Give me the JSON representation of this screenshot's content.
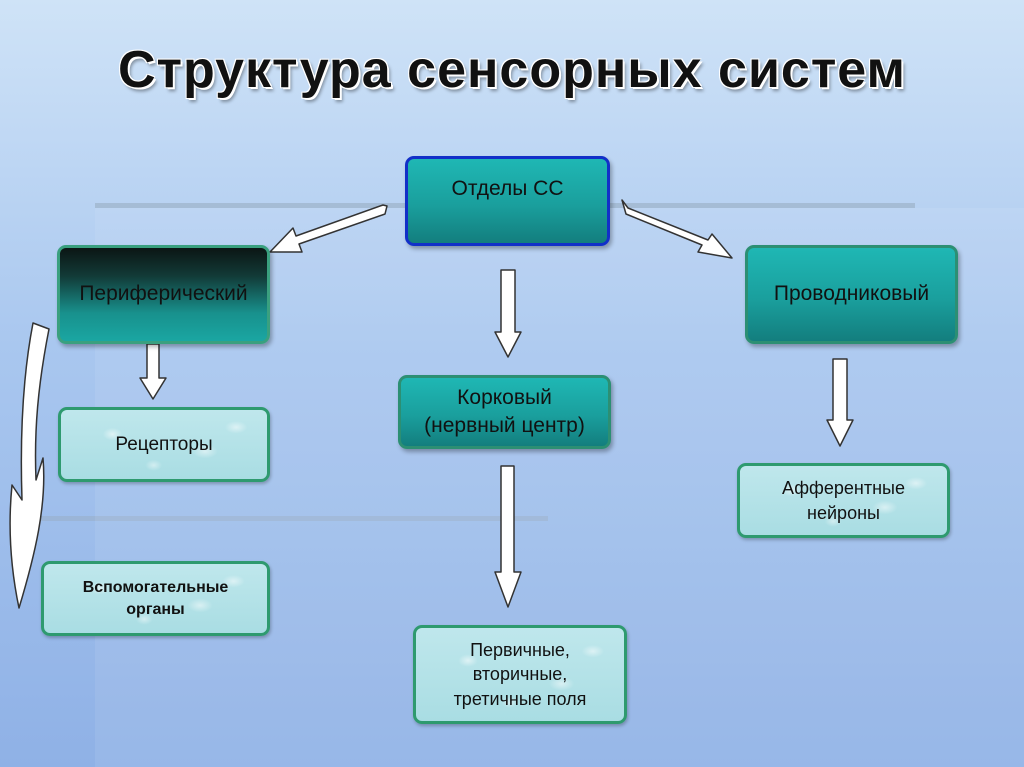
{
  "title": "Структура сенсорных систем",
  "nodes": {
    "root": "Отделы СС",
    "peripheral": "Периферический",
    "conductive": "Проводниковый",
    "cortical_line1": "Корковый",
    "cortical_line2": "(нервный центр)",
    "receptors": "Рецепторы",
    "auxiliary_line1": "Вспомогательные",
    "auxiliary_line2": "органы",
    "afferent_line1": "Афферентные",
    "afferent_line2": "нейроны",
    "fields_line1": "Первичные,",
    "fields_line2": "вторичные,",
    "fields_line3": "третичные поля"
  }
}
